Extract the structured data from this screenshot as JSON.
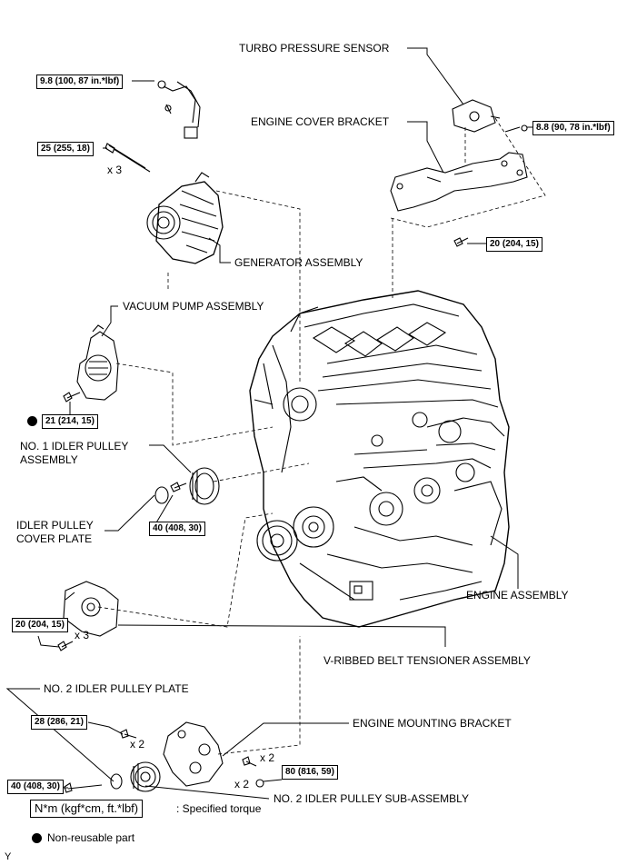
{
  "labels": {
    "turbo_pressure_sensor": "TURBO PRESSURE SENSOR",
    "engine_cover_bracket": "ENGINE COVER BRACKET",
    "generator_assembly": "GENERATOR ASSEMBLY",
    "vacuum_pump_assembly": "VACUUM PUMP ASSEMBLY",
    "no1_idler_pulley_line1": "NO. 1 IDLER PULLEY",
    "no1_idler_pulley_line2": "ASSEMBLY",
    "idler_pulley_cover_line1": "IDLER PULLEY",
    "idler_pulley_cover_line2": "COVER PLATE",
    "engine_assembly": "ENGINE ASSEMBLY",
    "v_ribbed_belt_tensioner": "V-RIBBED BELT TENSIONER ASSEMBLY",
    "no2_idler_pulley_plate": "NO. 2 IDLER PULLEY PLATE",
    "engine_mounting_bracket": "ENGINE MOUNTING BRACKET",
    "no2_idler_pulley_sub": "NO. 2 IDLER PULLEY SUB-ASSEMBLY"
  },
  "torques": {
    "t_9_8": "9.8 (100, 87 in.*lbf)",
    "t_25": "25 (255, 18)",
    "t_8_8": "8.8 (90, 78 in.*lbf)",
    "t_20_bracket": "20 (204, 15)",
    "t_21": "21 (214, 15)",
    "t_40_pulley": "40 (408, 30)",
    "t_20_tensioner": "20 (204, 15)",
    "t_28": "28 (286, 21)",
    "t_80": "80 (816, 59)",
    "t_40_plate": "40 (408, 30)"
  },
  "multipliers": {
    "x3_bolts": "x 3",
    "x3_tensioner": "x 3",
    "x2_bracket": "x 2",
    "x2_upper": "x 2",
    "x2_lower": "x 2"
  },
  "legend": {
    "torque_unit": "N*m (kgf*cm, ft.*lbf)",
    "torque_desc": ": Specified torque",
    "non_reusable": "Non-reusable part"
  },
  "footer_code": "Y"
}
